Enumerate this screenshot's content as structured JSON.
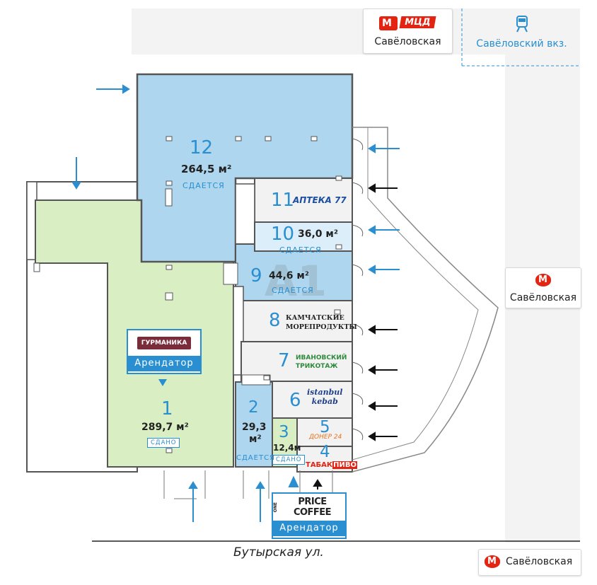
{
  "top_bar": {
    "metro_badge": "МЦД",
    "metro_station": "Савёловская",
    "railway_station": "Савёловский вкз."
  },
  "side_metro": {
    "station": "Савёловская"
  },
  "bottom_metro": {
    "station": "Савёловская"
  },
  "street": "Бутырская ул.",
  "watermark": "A1",
  "units": [
    {
      "number": "12",
      "area": "264,5 м²",
      "status": "СДАЕТСЯ"
    },
    {
      "number": "11",
      "tenant": "АПТЕКА 77"
    },
    {
      "number": "10",
      "area": "36,0 м²",
      "status": "СДАЕТСЯ"
    },
    {
      "number": "9",
      "area": "44,6 м²",
      "status": "СДАЕТСЯ"
    },
    {
      "number": "8",
      "tenant_line1": "КАМЧАТСКИЕ",
      "tenant_line2": "МОРЕПРОДУКТЫ"
    },
    {
      "number": "7",
      "tenant_line1": "ИВАНОВСКИЙ",
      "tenant_line2": "ТРИКОТАЖ"
    },
    {
      "number": "6",
      "tenant_line1": "istanbul",
      "tenant_line2": "kebab"
    },
    {
      "number": "5",
      "tenant": "ДОНЕР 24"
    },
    {
      "number": "4",
      "tenant_a": "ТАБАК",
      "tenant_b": "ПИВО"
    },
    {
      "number": "3",
      "area": "12,4м",
      "status": "СДАНО"
    },
    {
      "number": "2",
      "area_line1": "29,3",
      "area_line2": "м²",
      "status": "СДАЕТСЯ"
    },
    {
      "number": "1",
      "area": "289,7 м²",
      "status": "СДАНО"
    }
  ],
  "tenants": {
    "gurmanika": {
      "logo": "ГУРМАНИКА",
      "label": "Арендатор"
    },
    "one_price_coffee": {
      "logo_small": "ONE",
      "logo": "PRICE COFFEE",
      "label": "Арендатор"
    }
  },
  "colors": {
    "available": "#aed6ef",
    "leased_green": "#d9efc3",
    "occupied_gray": "#f2f2f2",
    "accent_blue": "#2a8fd0",
    "metro_red": "#e42313"
  }
}
